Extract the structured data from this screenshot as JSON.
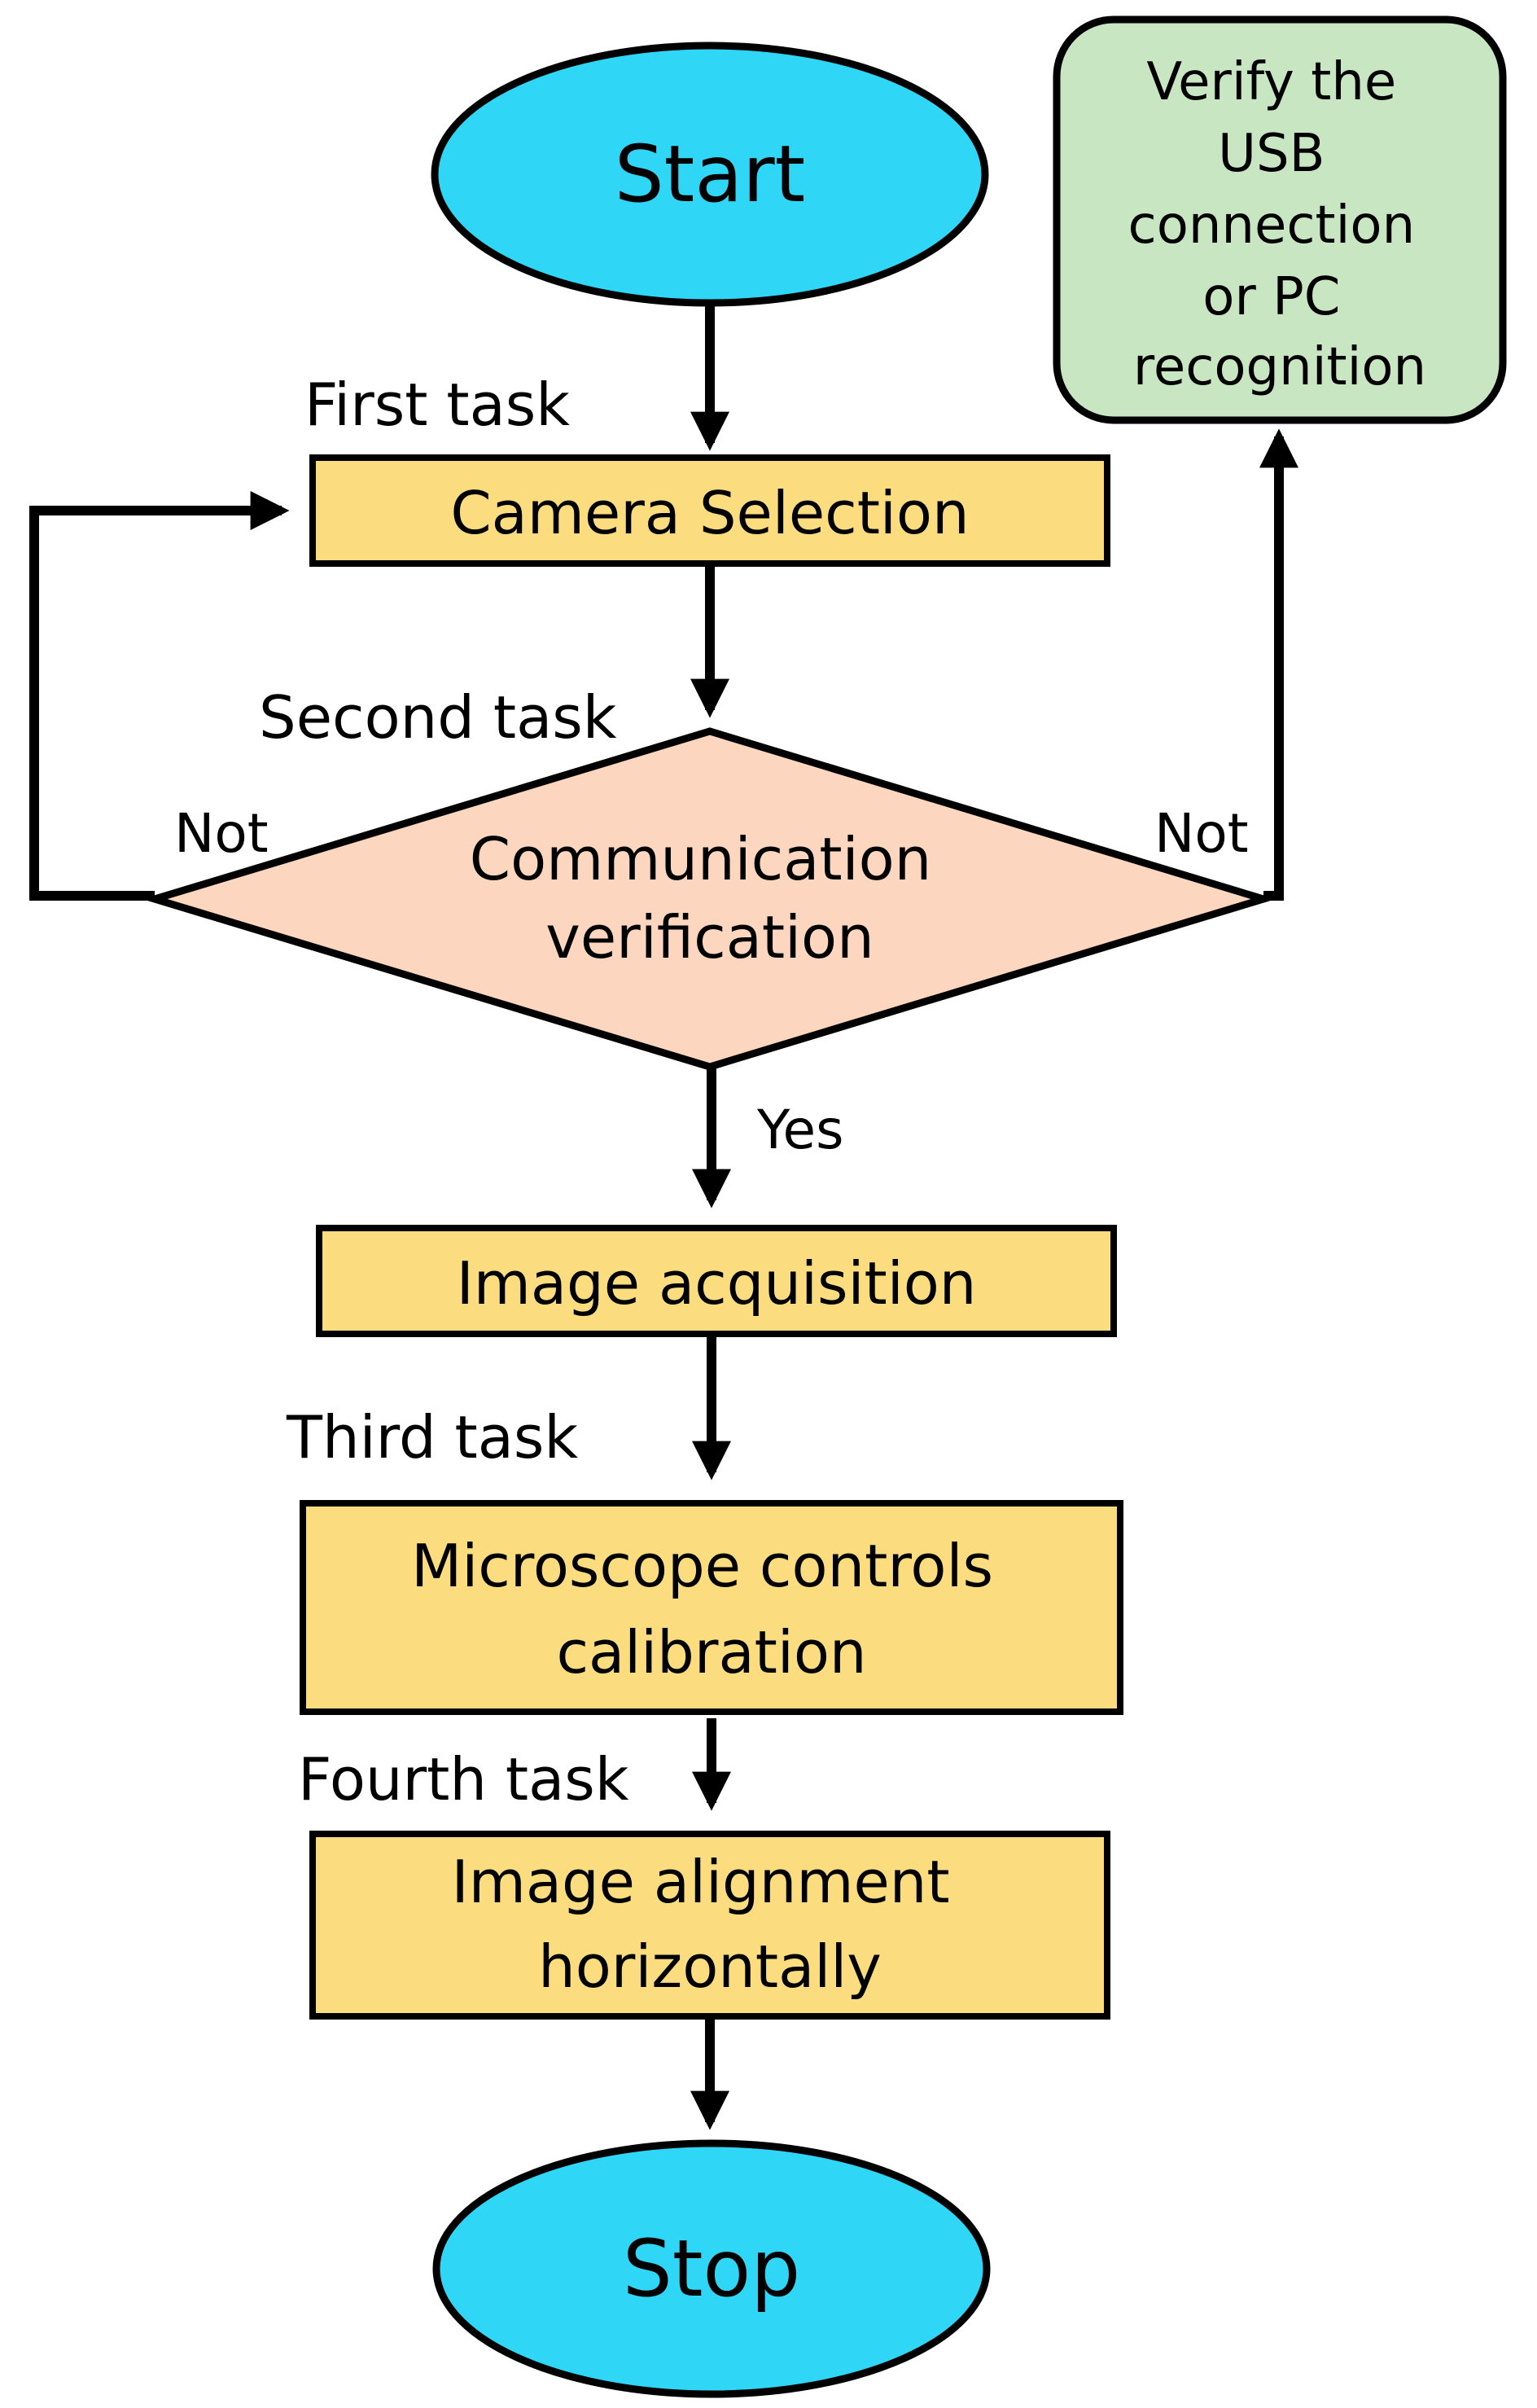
{
  "colors": {
    "terminal": "#2fd6f6",
    "process": "#fbdc7e",
    "decision": "#fcd6be",
    "note": "#c9e6c3",
    "stroke": "#000000"
  },
  "nodes": {
    "start": {
      "text": "Start"
    },
    "camera_selection": {
      "text": "Camera Selection"
    },
    "communication_verification": {
      "lines": [
        "Communication",
        "verification"
      ]
    },
    "verify_usb": {
      "lines": [
        "Verify the",
        "USB",
        "connection",
        "or PC",
        "recognition"
      ]
    },
    "image_acquisition": {
      "text": "Image acquisition"
    },
    "microscope_calibration": {
      "lines": [
        "Microscope controls",
        "calibration"
      ]
    },
    "image_alignment": {
      "lines": [
        "Image alignment",
        "horizontally"
      ]
    },
    "stop": {
      "text": "Stop"
    }
  },
  "task_labels": {
    "first": "First task",
    "second": "Second task",
    "third": "Third task",
    "fourth": "Fourth task"
  },
  "edge_labels": {
    "not_left": "Not",
    "not_right": "Not",
    "yes": "Yes"
  }
}
